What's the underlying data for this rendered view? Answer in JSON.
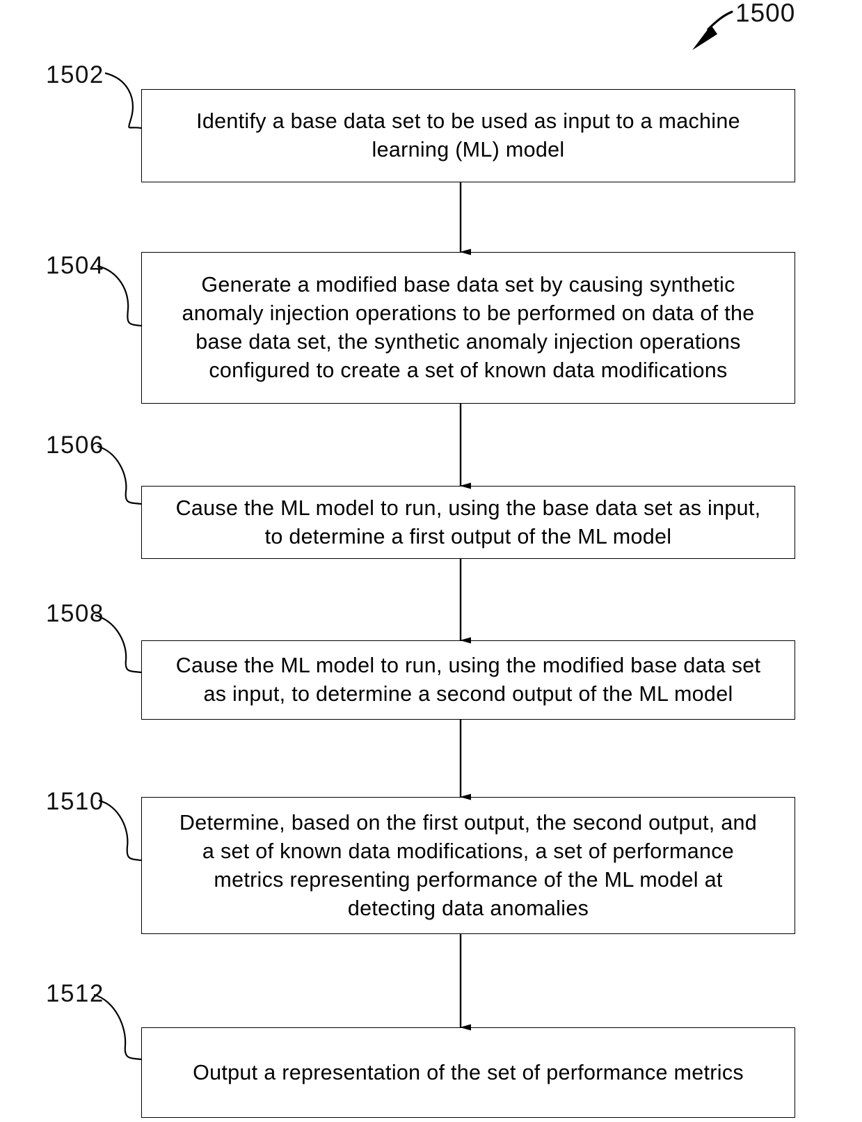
{
  "figure": {
    "number": "1500",
    "type": "flowchart",
    "title": "",
    "background_color": "#ffffff",
    "line_color": "#000000"
  },
  "steps": [
    {
      "ref": "1502",
      "text": "Identify a base data set to be used as input to a machine\nlearning (ML) model"
    },
    {
      "ref": "1504",
      "text": "Generate a modified base data set by causing synthetic\nanomaly injection operations to be performed on data of the\nbase data set, the synthetic anomaly injection operations\nconfigured to create a set of known data modifications"
    },
    {
      "ref": "1506",
      "text": "Cause the ML model to run, using the base data set as input,\nto determine a first output of the ML model"
    },
    {
      "ref": "1508",
      "text": "Cause the ML model to run, using the modified base data set\nas input, to determine a second output of the ML model"
    },
    {
      "ref": "1510",
      "text": "Determine, based on the first output, the second output, and\na set of known data modifications, a set of performance\nmetrics representing performance of the ML model at\ndetecting data anomalies"
    },
    {
      "ref": "1512",
      "text": "Output a representation of the set of performance metrics"
    }
  ]
}
